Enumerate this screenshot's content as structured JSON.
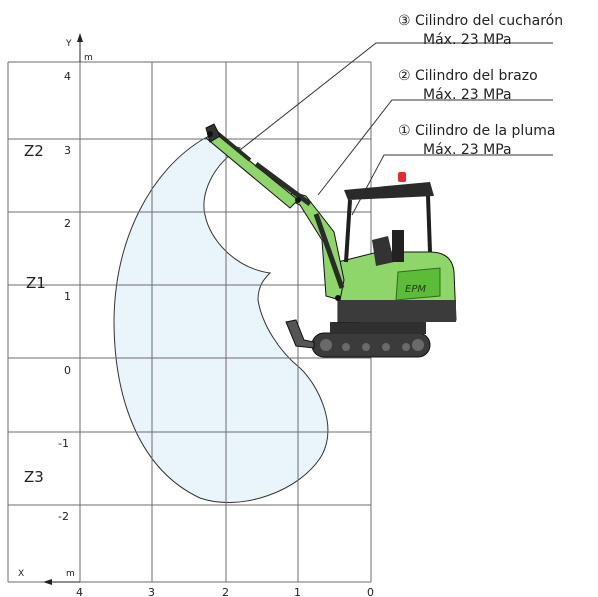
{
  "axes": {
    "y_axis_letter": "Y",
    "y_unit": "m",
    "x_axis_letter": "X",
    "x_unit": "m",
    "y_ticks": [
      "4",
      "3",
      "2",
      "1",
      "0",
      "-1",
      "-2"
    ],
    "x_ticks": [
      "4",
      "3",
      "2",
      "1",
      "0"
    ]
  },
  "zones": [
    "Z2",
    "Z1",
    "Z3"
  ],
  "callouts": [
    {
      "title": "③ Cilindro del cucharón",
      "pressure": "Máx. 23 MPa"
    },
    {
      "title": "② Cilindro del brazo",
      "pressure": "Máx. 23 MPa"
    },
    {
      "title": "① Cilindro de la pluma",
      "pressure": "Máx. 23 MPa"
    }
  ],
  "colors": {
    "grid": "#6d6d6d",
    "envelope_fill": "#eaf4fb",
    "machine_green": "#8fd66a",
    "machine_dark": "#3b3b3b",
    "beacon": "#e52b2b"
  },
  "machine_badge": "EPM"
}
